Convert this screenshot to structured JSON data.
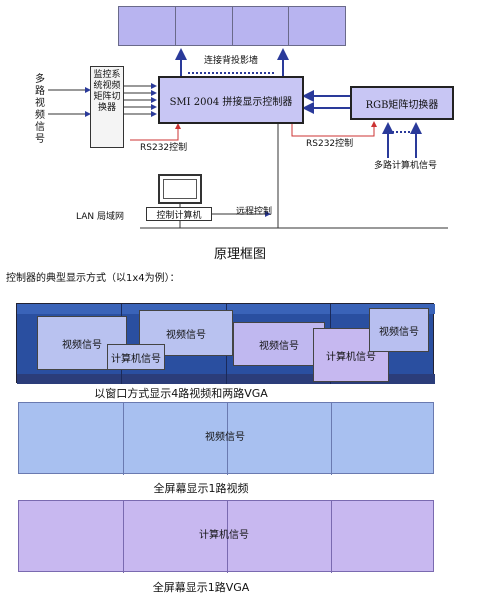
{
  "diagram": {
    "monitor_input_left_label": "多路视频信号",
    "monitor_matrix_label": "监控系统视频矩阵切换器",
    "controller_label": "SMI 2004 拼接显示控制器",
    "wall_connect_label": "连接背投影墙",
    "rgb_switch_label": "RGB矩阵切换器",
    "rs232_left_label": "RS232控制",
    "rs232_right_label": "RS232控制",
    "multi_computer_label": "多路计算机信号",
    "lan_label": "LAN 局域网",
    "pc_label": "控制计算机",
    "remote_label": "远程控制",
    "diagram_title": "原理框图"
  },
  "section_heading": "控制器的典型显示方式（以1x4为例）：",
  "modes": [
    {
      "windows": [
        {
          "label": "视频信号"
        },
        {
          "label": "视频信号"
        },
        {
          "label": "计算机信号"
        },
        {
          "label": "视频信号"
        },
        {
          "label": "计算机信号"
        },
        {
          "label": "视频信号"
        }
      ],
      "caption": "以窗口方式显示4路视频和两路VGA"
    },
    {
      "center_label": "视频信号",
      "caption": "全屏幕显示1路视频"
    },
    {
      "center_label": "计算机信号",
      "caption": "全屏幕显示1路VGA"
    }
  ],
  "colors": {
    "wall_panel": "#b8b4f0",
    "controller_box": "#c8c6f4",
    "arrow": "#2a3a9a",
    "mode2_bg": "#a8c0f0",
    "mode3_bg": "#c8b8f0"
  }
}
